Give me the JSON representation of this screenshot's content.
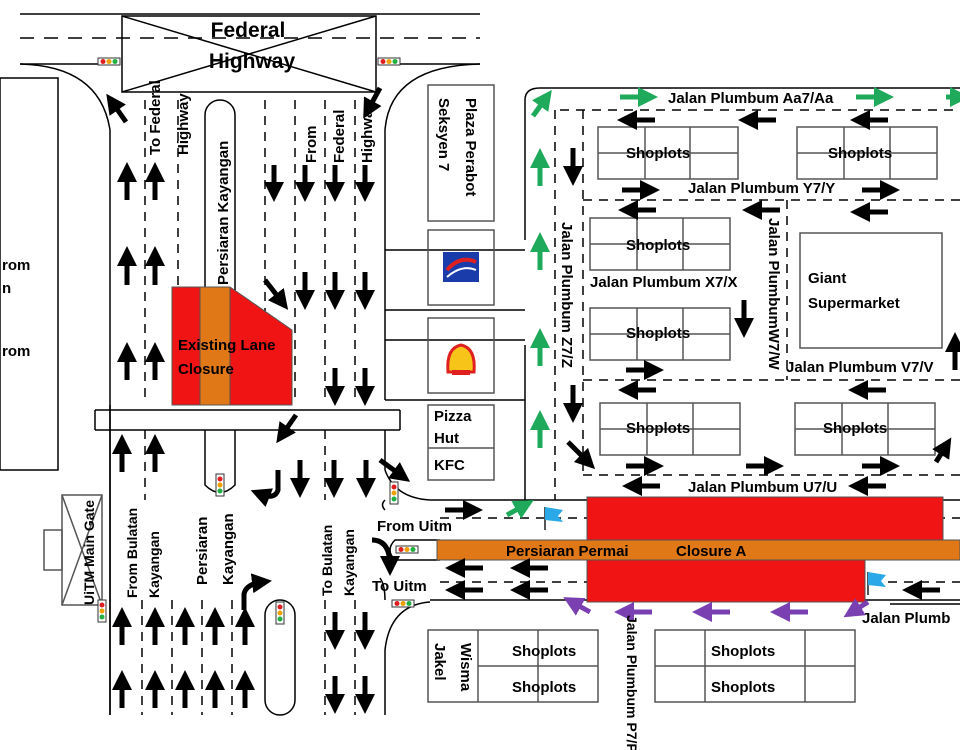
{
  "title": "Traffic lane closure map",
  "colors": {
    "closure_red": "#f01414",
    "closure_orange": "#e07818",
    "arrow_black": "#000000",
    "arrow_green": "#1eaa5a",
    "arrow_purple": "#7a3fb0",
    "flag_blue": "#2aa8e8",
    "light_red": "#e02020",
    "light_amber": "#f0a000",
    "light_green": "#20b040"
  },
  "labels": {
    "highway": {
      "line1": "Federal",
      "line2": "Highway"
    },
    "to_federal_highway": {
      "line1": "To Federal",
      "line2": "Highway"
    },
    "from_federal_highway": {
      "line1": "From",
      "line2": "Federal",
      "line3": "Highway"
    },
    "persiaran_kayangan_north": "Persiaran Kayangan",
    "persiaran_kayangan_south": {
      "line1": "Persiaran",
      "line2": "Kayangan"
    },
    "from_bulatan_kayangan": {
      "line1": "From Bulatan",
      "line2": "Kayangan"
    },
    "to_bulatan_kayangan": {
      "line1": "To Bulatan",
      "line2": "Kayangan"
    },
    "uitm_main_gate": "UiTM Main Gate",
    "left_block": {
      "line1": "rom",
      "line2": "n",
      "line3": "rom"
    },
    "existing_lane_closure": {
      "line1": "Existing Lane",
      "line2": "Closure"
    },
    "plaza_perabot": {
      "line1": "Plaza Perabot",
      "line2": "Seksyen 7"
    },
    "pizza_hut": {
      "line1": "Pizza",
      "line2": "Hut"
    },
    "kfc": "KFC",
    "from_uitm": "From Uitm",
    "to_uitm": "To Uitm",
    "persiaran_permai": "Persiaran Permai",
    "closure_a": "Closure A",
    "jalan_aa7": "Jalan Plumbum Aa7/Aa",
    "jalan_y7": "Jalan Plumbum Y7/Y",
    "jalan_x7": "Jalan Plumbum X7/X",
    "jalan_w7": "Jalan PlumbumW7/W",
    "jalan_v7": "Jalan Plumbum V7/V",
    "jalan_u7": "Jalan Plumbum U7/U",
    "jalan_z7": "Jalan Plumbum Z7/Z",
    "jalan_p7": "Jalan Plumbum P7/P",
    "jalan_plumb_right": "Jalan Plumb",
    "giant": {
      "line1": "Giant",
      "line2": "Supermarket"
    },
    "wisma_jakel": {
      "line1": "Wisma",
      "line2": "Jakel"
    },
    "shoplots": "Shoplots"
  }
}
